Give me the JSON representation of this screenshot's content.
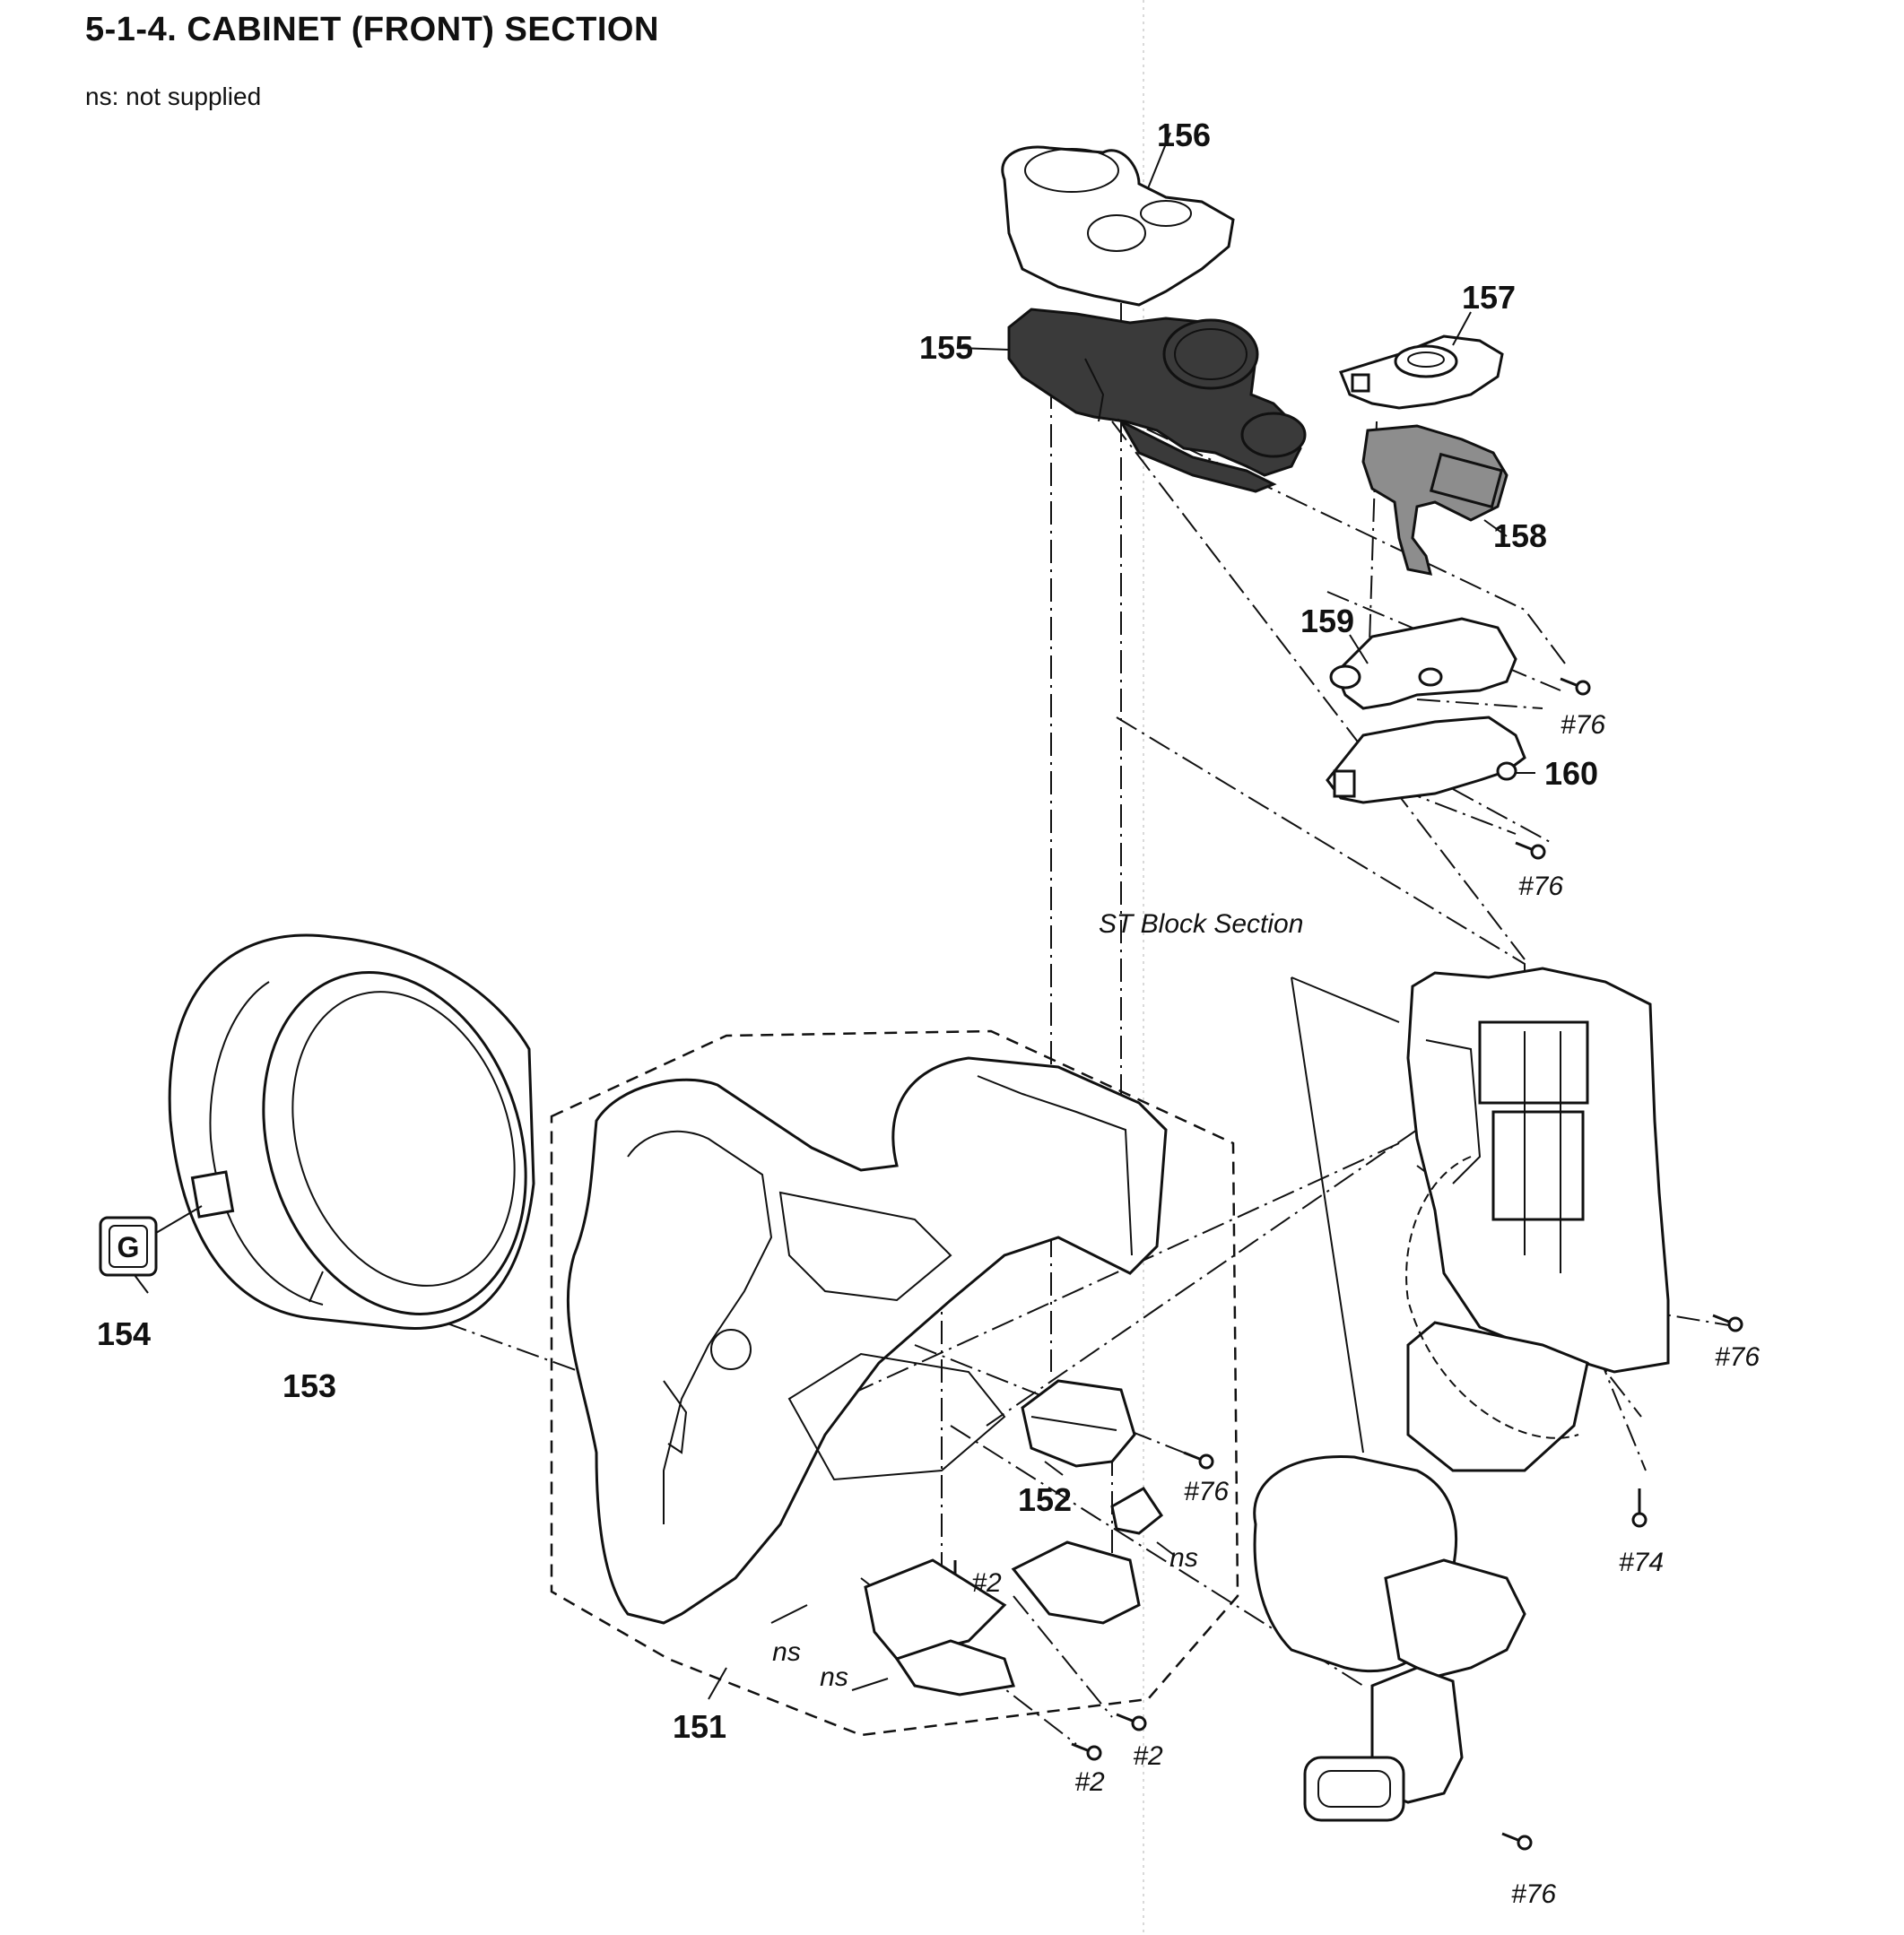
{
  "header": {
    "title": "5-1-4.  CABINET (FRONT)  SECTION",
    "note": "ns: not supplied"
  },
  "callouts": {
    "p151": "151",
    "p152": "152",
    "p153": "153",
    "p154": "154",
    "p155": "155",
    "p156": "156",
    "p157": "157",
    "p158": "158",
    "p159": "159",
    "p160": "160"
  },
  "screws": {
    "s76_a": "#76",
    "s76_b": "#76",
    "s76_c": "#76",
    "s76_d": "#76",
    "s76_e": "#76",
    "s74": "#74",
    "s2_a": "#2",
    "s2_b": "#2",
    "s2_c": "#2"
  },
  "notes": {
    "ns_a": "ns",
    "ns_b": "ns",
    "ns_c": "ns"
  },
  "section_label": "ST Block Section",
  "badge_letter": "G"
}
